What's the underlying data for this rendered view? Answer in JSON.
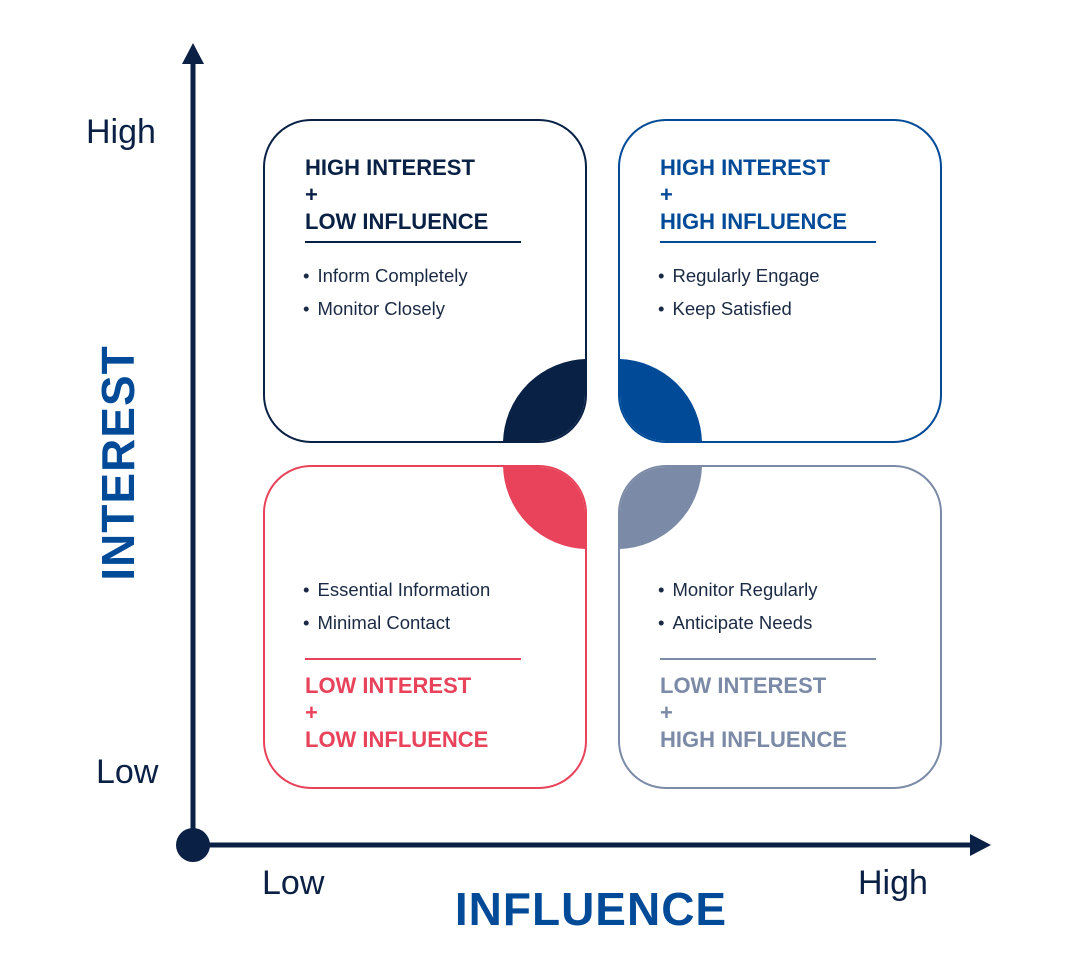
{
  "colors": {
    "axis": "#0b2045",
    "title_blue": "#004a98",
    "navy": "#0a2146",
    "blue": "#004a98",
    "red": "#e8435a",
    "slate": "#7b8aa6"
  },
  "axes": {
    "y": {
      "title": "INTEREST",
      "low": "Low",
      "high": "High"
    },
    "x": {
      "title": "INFLUENCE",
      "low": "Low",
      "high": "High"
    }
  },
  "quadrants": {
    "top_left": {
      "title": [
        "HIGH INTEREST",
        "+",
        "LOW INFLUENCE"
      ],
      "items": [
        "Inform Completely",
        "Monitor Closely"
      ]
    },
    "top_right": {
      "title": [
        "HIGH INTEREST",
        "+",
        "HIGH INFLUENCE"
      ],
      "items": [
        "Regularly Engage",
        "Keep Satisfied"
      ]
    },
    "bottom_left": {
      "title": [
        "LOW INTEREST",
        "+",
        "LOW INFLUENCE"
      ],
      "items": [
        "Essential Information",
        "Minimal Contact"
      ]
    },
    "bottom_right": {
      "title": [
        "LOW INTEREST",
        "+",
        "HIGH INFLUENCE"
      ],
      "items": [
        "Monitor Regularly",
        "Anticipate Needs"
      ]
    }
  }
}
